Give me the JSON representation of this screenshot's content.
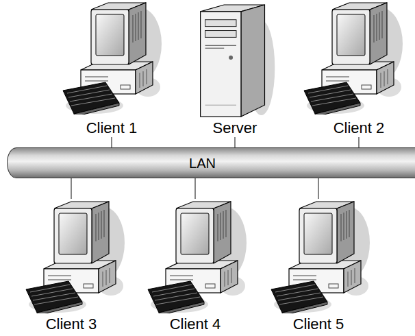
{
  "diagram": {
    "nodes": [
      {
        "text": [
          "Client 1"
        ]
      },
      {
        "text": [
          "Server"
        ]
      },
      {
        "text": [
          "Client 2"
        ]
      },
      {
        "text": [
          "LAN"
        ]
      },
      {
        "text": [
          "Client 3"
        ]
      },
      {
        "text": [
          "Client 4"
        ]
      },
      {
        "text": [
          "Client 5"
        ]
      }
    ],
    "edges": [
      {
        "from": 0,
        "to": 3,
        "arrow": "none"
      },
      {
        "from": 1,
        "to": 3,
        "arrow": "none"
      },
      {
        "from": 2,
        "to": 3,
        "arrow": "none"
      },
      {
        "from": 4,
        "to": 3,
        "arrow": "none"
      },
      {
        "from": 5,
        "to": 3,
        "arrow": "none"
      },
      {
        "from": 6,
        "to": 3,
        "arrow": "none"
      }
    ]
  }
}
